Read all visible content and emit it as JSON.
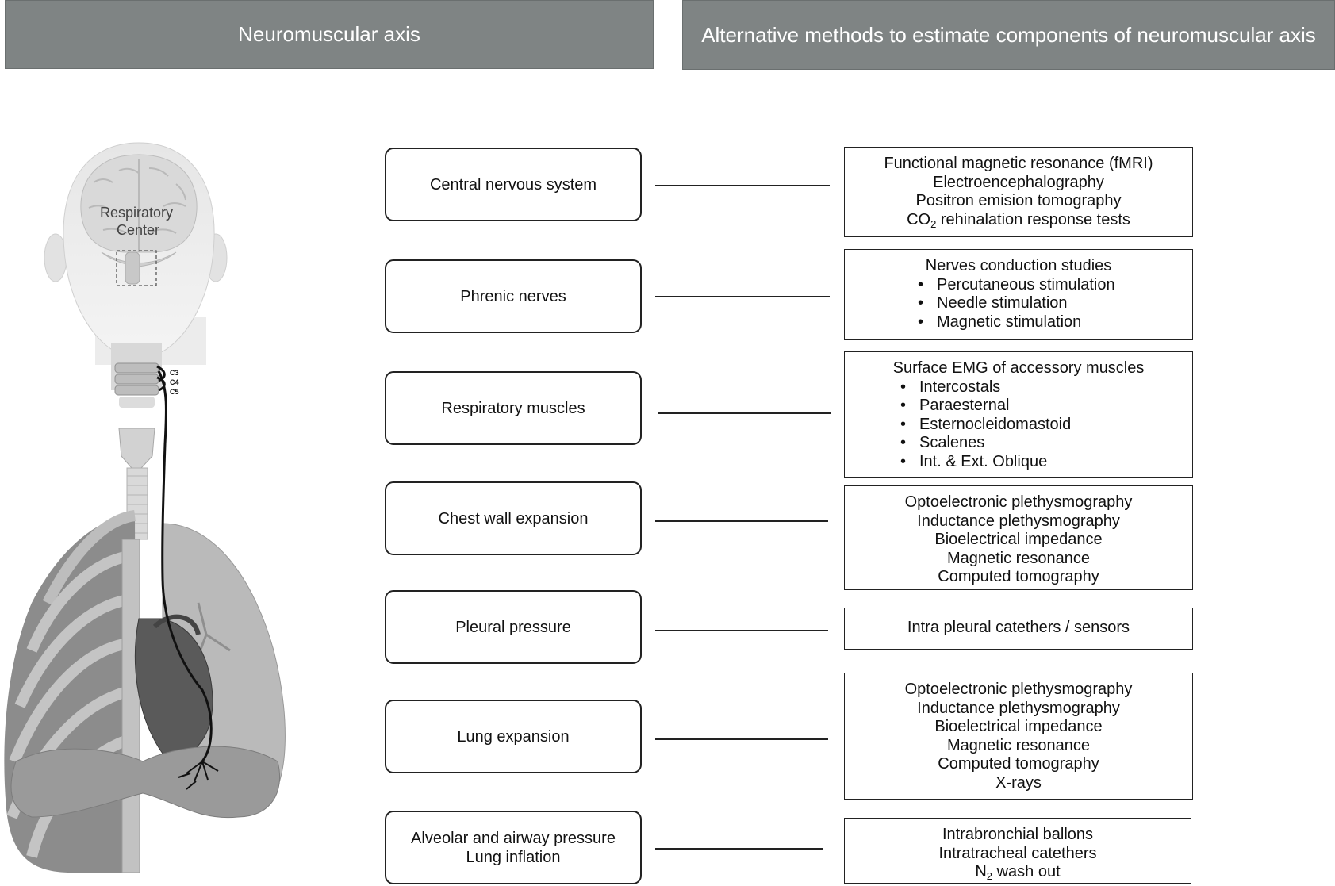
{
  "headers": {
    "left": "Neuromuscular axis",
    "right": "Alternative methods to estimate components of neuromuscular axis"
  },
  "anatomy": {
    "respiratory_center_line1": "Respiratory",
    "respiratory_center_line2": "Center",
    "vertebrae": [
      "C3",
      "C4",
      "C5"
    ]
  },
  "rows": [
    {
      "component": [
        "Central nervous system"
      ],
      "methods": {
        "lines": [
          {
            "text": "Functional magnetic resonance (fMRI)"
          },
          {
            "text": "Electroencephalography"
          },
          {
            "text": "Positron emision tomography"
          },
          {
            "pre": "CO",
            "sub": "2",
            "post": " rehinalation response tests"
          }
        ]
      }
    },
    {
      "component": [
        "Phrenic nerves"
      ],
      "methods": {
        "heading": "Nerves conduction studies",
        "bullets": [
          "Percutaneous stimulation",
          "Needle stimulation",
          "Magnetic stimulation"
        ]
      }
    },
    {
      "component": [
        "Respiratory muscles"
      ],
      "methods": {
        "heading": "Surface EMG of accessory muscles",
        "bullets": [
          "Intercostals",
          "Paraesternal",
          "Esternocleidomastoid",
          "Scalenes",
          "Int. & Ext. Oblique"
        ]
      }
    },
    {
      "component": [
        "Chest wall expansion"
      ],
      "methods": {
        "lines": [
          {
            "text": "Optoelectronic plethysmography"
          },
          {
            "text": "Inductance plethysmography"
          },
          {
            "text": "Bioelectrical impedance"
          },
          {
            "text": "Magnetic resonance"
          },
          {
            "text": "Computed tomography"
          }
        ]
      }
    },
    {
      "component": [
        "Pleural pressure"
      ],
      "methods": {
        "lines": [
          {
            "text": "Intra pleural catethers / sensors"
          }
        ]
      }
    },
    {
      "component": [
        "Lung expansion"
      ],
      "methods": {
        "lines": [
          {
            "text": "Optoelectronic plethysmography"
          },
          {
            "text": "Inductance plethysmography"
          },
          {
            "text": "Bioelectrical impedance"
          },
          {
            "text": "Magnetic resonance"
          },
          {
            "text": "Computed tomography"
          },
          {
            "text": "X-rays"
          }
        ]
      }
    },
    {
      "component": [
        "Alveolar and airway pressure",
        "Lung inflation"
      ],
      "methods": {
        "lines": [
          {
            "text": "Intrabronchial ballons"
          },
          {
            "text": "Intratracheal catethers"
          },
          {
            "pre": "N",
            "sub": "2",
            "post": " wash out"
          }
        ]
      }
    }
  ]
}
